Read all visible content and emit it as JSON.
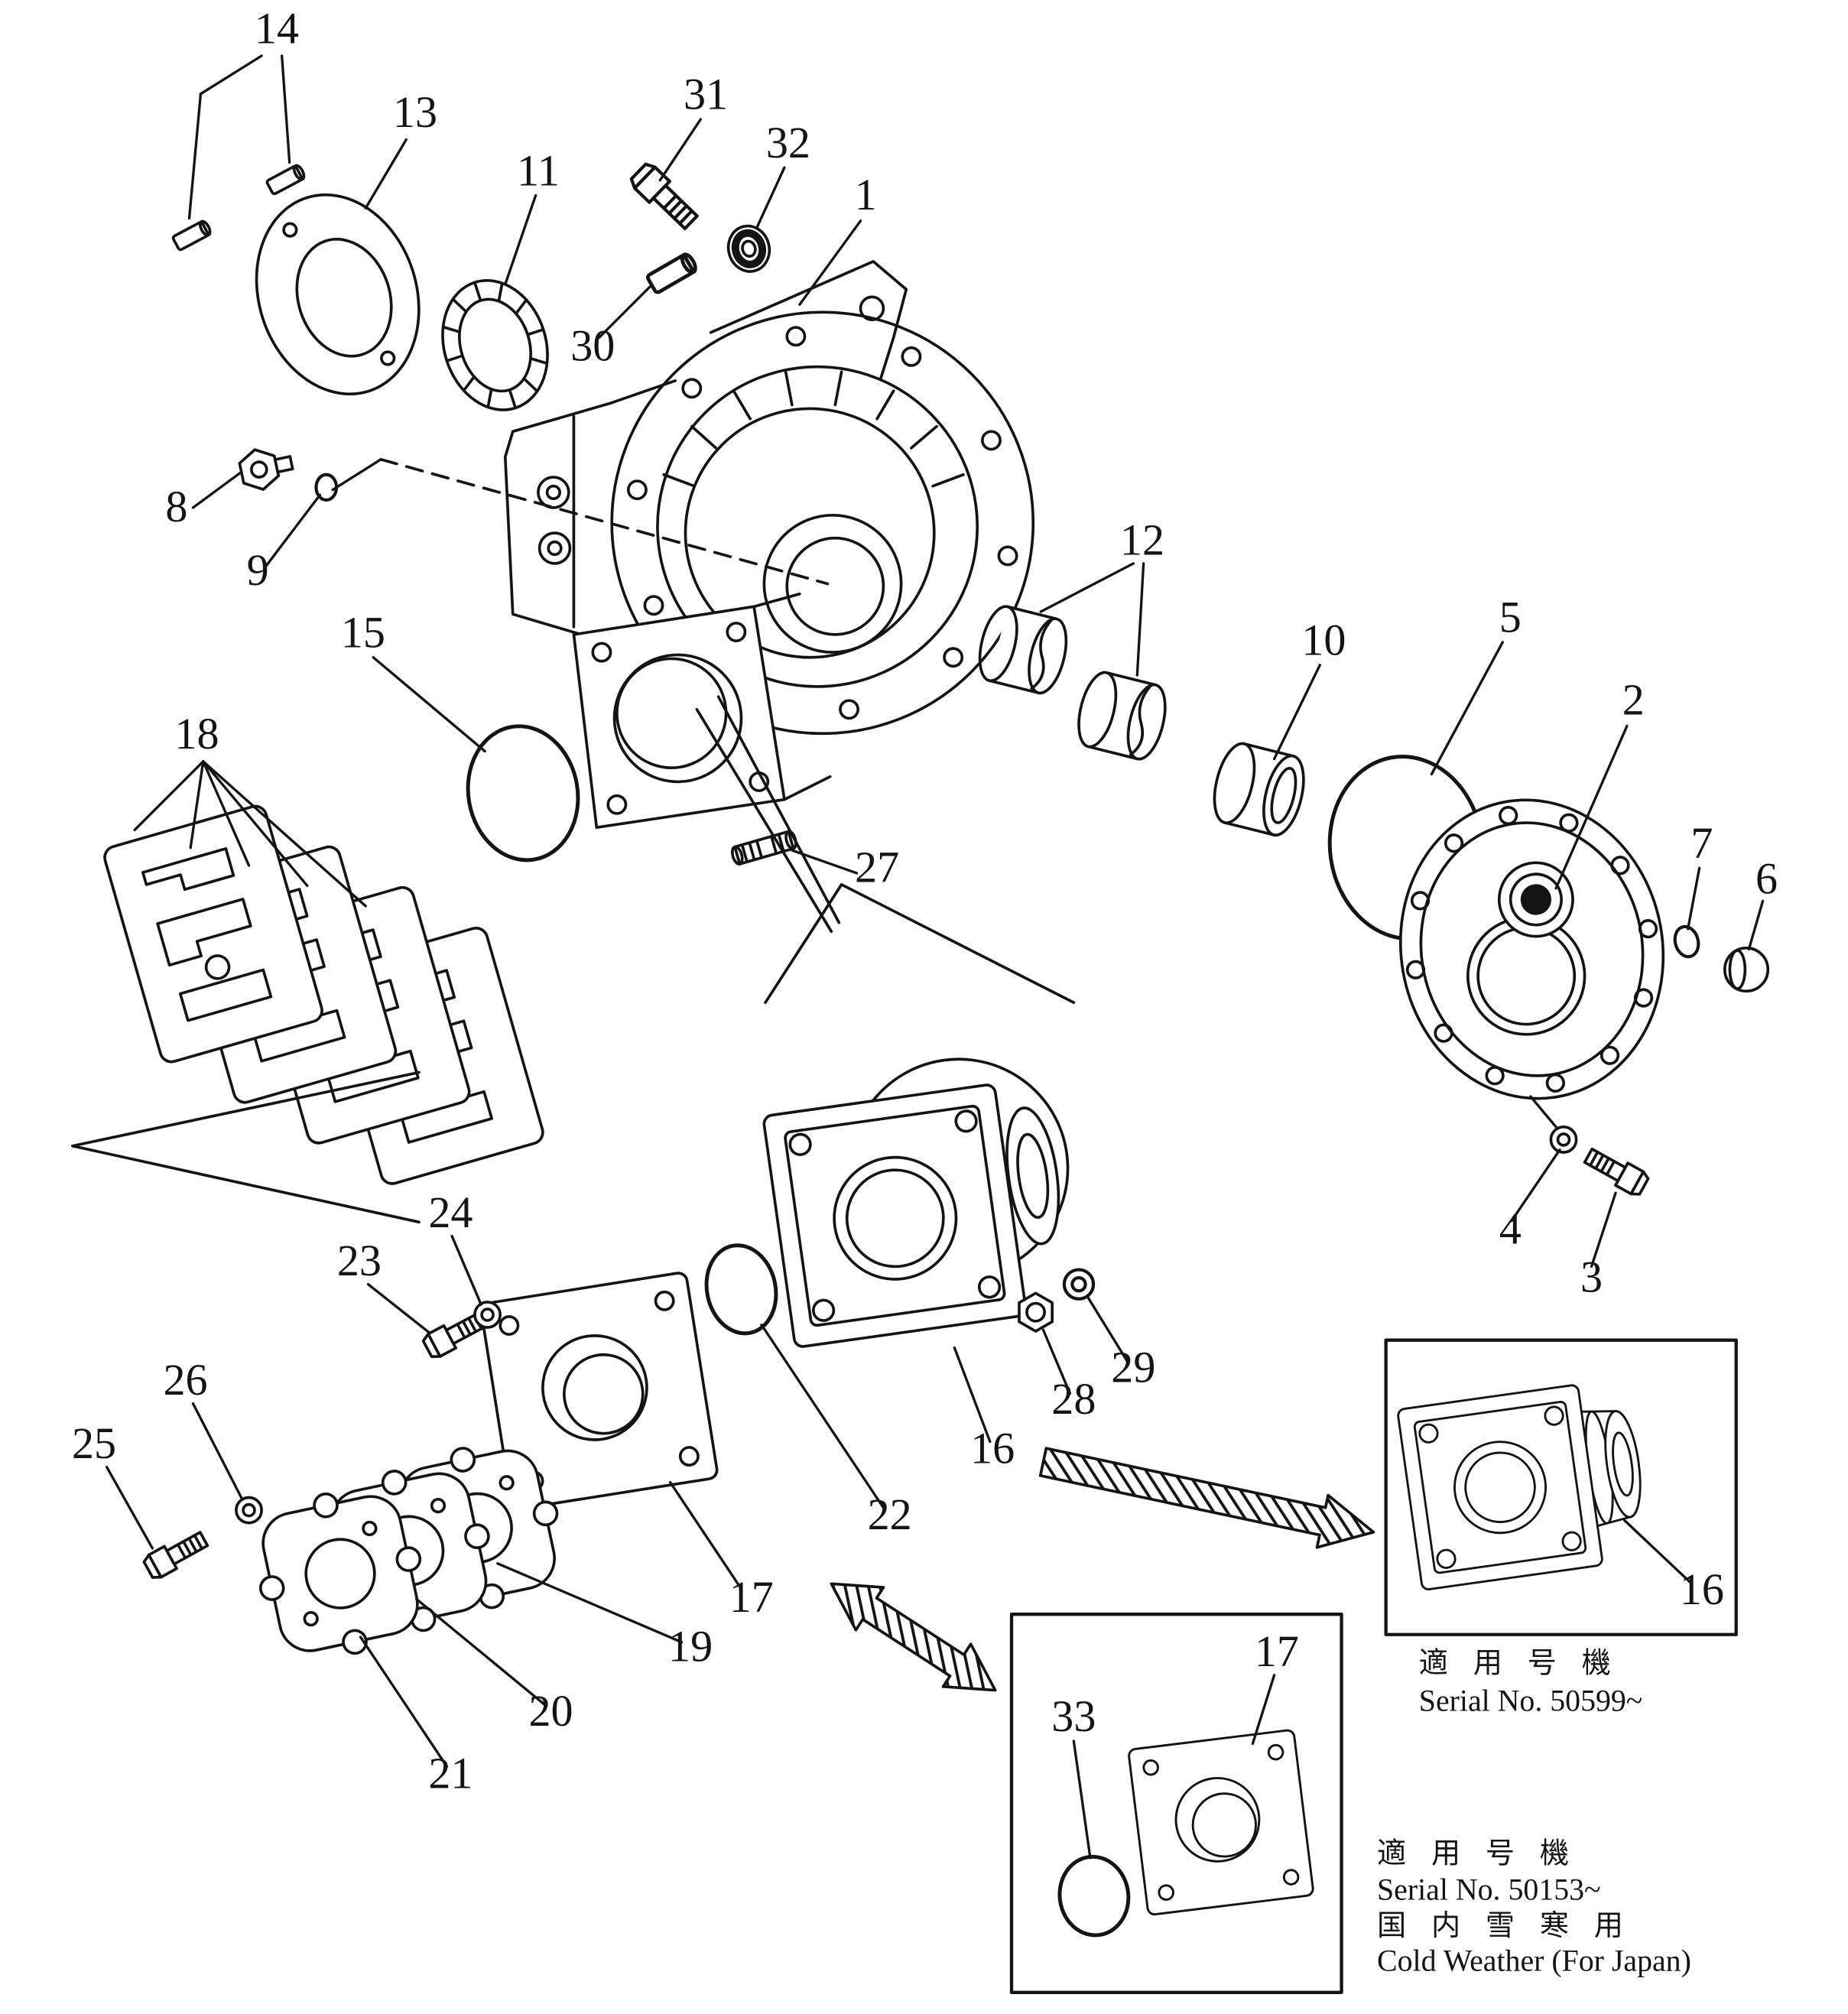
{
  "diagram": {
    "kind": "exploded-parts-diagram",
    "ink_color": "#141414",
    "paper_color": "#ffffff",
    "labels": {
      "p1": "1",
      "p2": "2",
      "p3": "3",
      "p4": "4",
      "p5": "5",
      "p6": "6",
      "p7": "7",
      "p8": "8",
      "p9": "9",
      "p10": "10",
      "p11": "11",
      "p12": "12",
      "p13": "13",
      "p14": "14",
      "p15": "15",
      "p16": "16",
      "p17": "17",
      "p18": "18",
      "p19": "19",
      "p20": "20",
      "p21": "21",
      "p22": "22",
      "p23": "23",
      "p24": "24",
      "p25": "25",
      "p26": "26",
      "p27": "27",
      "p28": "28",
      "p29": "29",
      "p30": "30",
      "p31": "31",
      "p32": "32",
      "p33": "33",
      "p16_inset": "16",
      "p17_inset": "17"
    },
    "notes": {
      "inset_right": {
        "applicable_jp": "適 用 号 機",
        "serial": "Serial No. 50599~"
      },
      "inset_bottom": {
        "applicable_jp": "適 用 号 機",
        "serial": "Serial No. 50153~",
        "domestic_jp": "国 内 雪 寒 用",
        "cold_weather": "Cold Weather (For Japan)"
      }
    }
  }
}
